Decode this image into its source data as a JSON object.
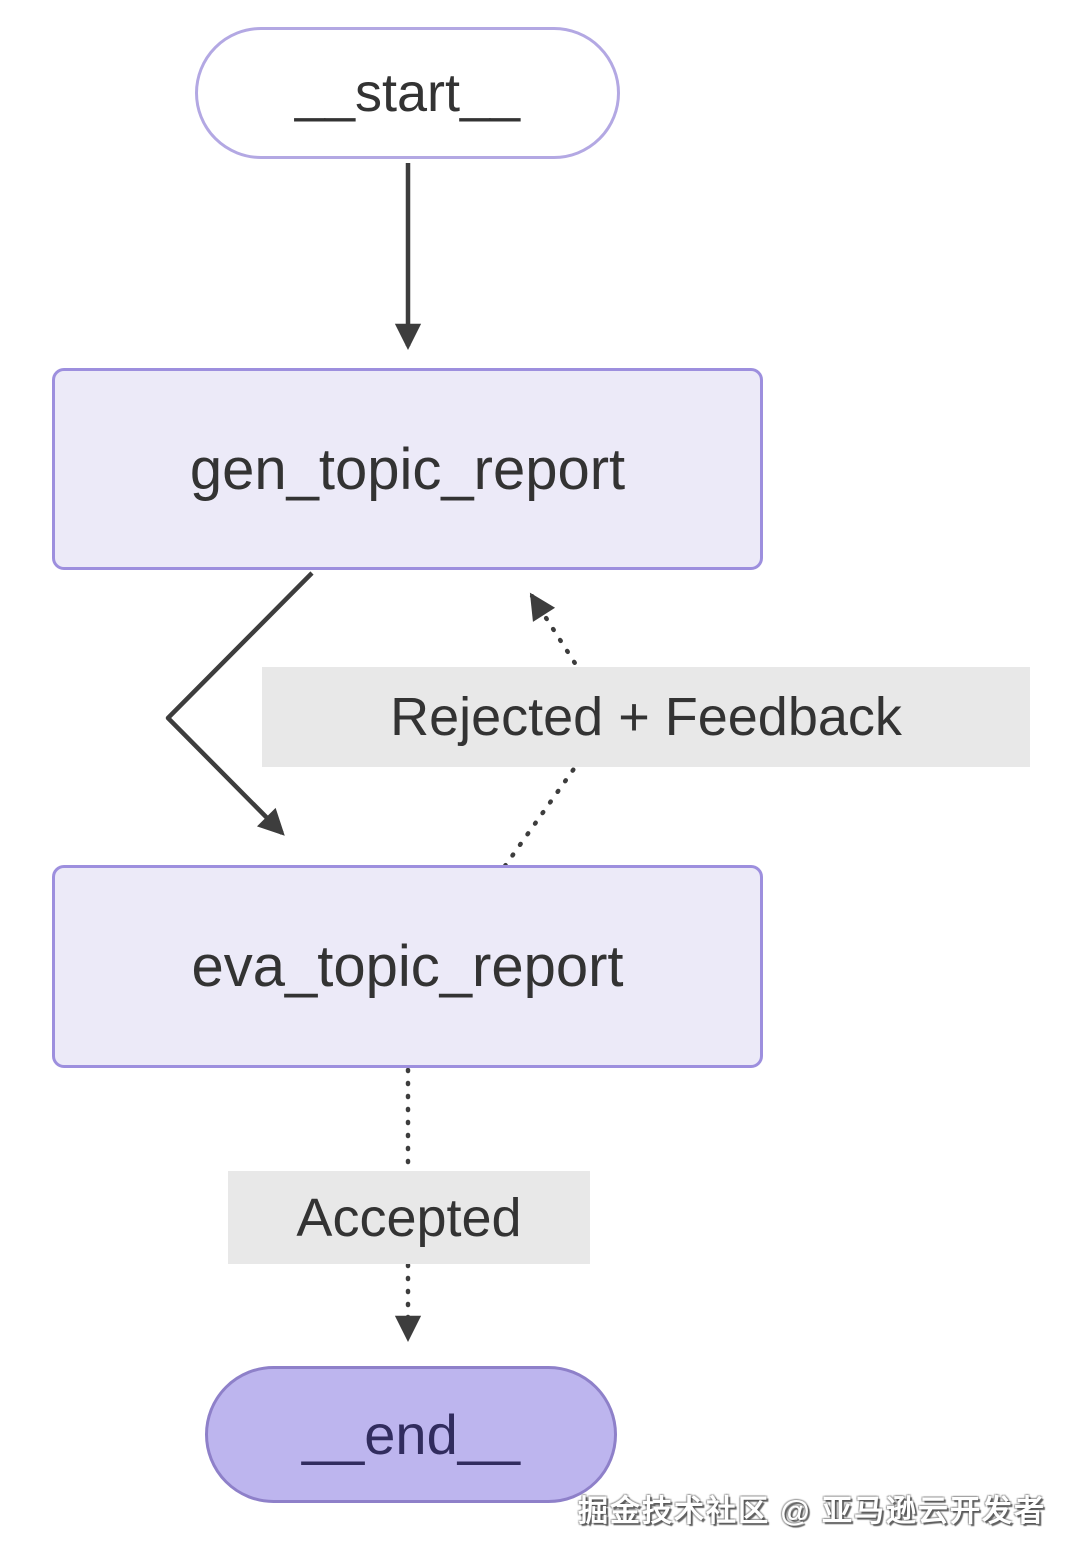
{
  "diagram": {
    "nodes": {
      "start": {
        "label": "__start__"
      },
      "gen_topic_report": {
        "label": "gen_topic_report"
      },
      "eva_topic_report": {
        "label": "eva_topic_report"
      },
      "end": {
        "label": "__end__"
      }
    },
    "edge_labels": {
      "rejected": "Rejected + Feedback",
      "accepted": "Accepted"
    },
    "edges": [
      {
        "from": "start",
        "to": "gen_topic_report",
        "style": "solid",
        "label": ""
      },
      {
        "from": "gen_topic_report",
        "to": "eva_topic_report",
        "style": "solid",
        "label": ""
      },
      {
        "from": "eva_topic_report",
        "to": "gen_topic_report",
        "style": "dotted",
        "label": "Rejected + Feedback"
      },
      {
        "from": "eva_topic_report",
        "to": "end",
        "style": "dotted",
        "label": "Accepted"
      }
    ],
    "colors": {
      "node_fill": "#ECEAF8",
      "node_border": "#9D8FDE",
      "start_fill": "#FFFFFF",
      "start_border": "#B3A8E3",
      "end_fill": "#BDB5EE",
      "end_border": "#8E80C9",
      "end_text": "#312C5E",
      "edge": "#3D3D3D",
      "label_bg": "#E8E8E8",
      "text": "#333333"
    }
  },
  "watermark": {
    "text": "掘金技术社区 @ 亚马逊云开发者"
  }
}
